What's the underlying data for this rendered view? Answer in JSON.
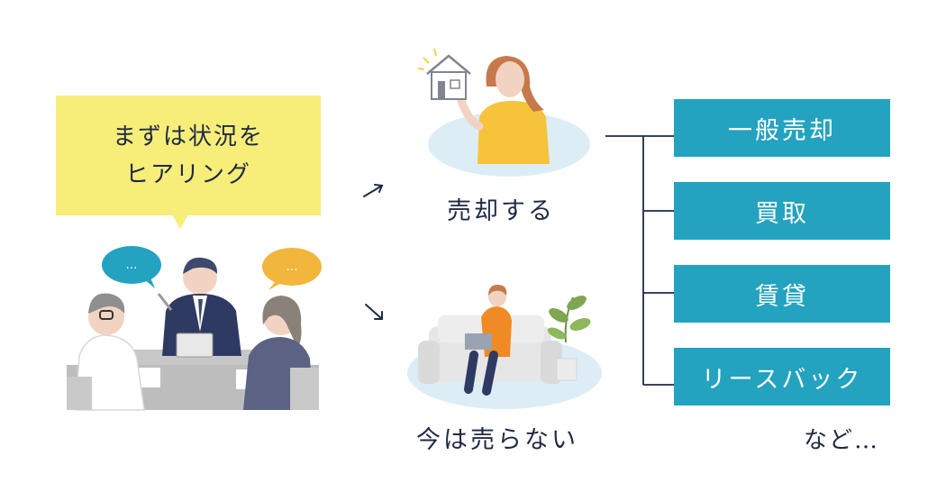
{
  "bubble": {
    "line1": "まずは状況を",
    "line2": "ヒアリング"
  },
  "meeting": {
    "speech_left": "…",
    "speech_right": "…"
  },
  "branches": {
    "sell": "売却する",
    "keep": "今は売らない"
  },
  "options": [
    {
      "label": "一般売却"
    },
    {
      "label": "買取"
    },
    {
      "label": "賃貸"
    },
    {
      "label": "リースバック"
    }
  ],
  "note": "など…",
  "colors": {
    "accent": "#23a3c0",
    "bubble": "#f7ee79",
    "text": "#1f2a44",
    "pale_blue": "#dcedf6"
  }
}
